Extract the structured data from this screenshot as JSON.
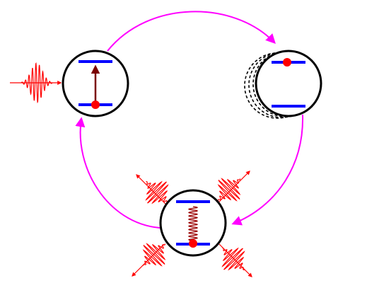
{
  "diagram": {
    "type": "laser-cooling-cycle",
    "colors": {
      "cycle_arrow": "#ff00ff",
      "energy_level": "#0000ff",
      "atom": "#ff0000",
      "laser_wave": "#ff0000",
      "excitation_arrow": "#7a0000",
      "spontaneous_decay": "#9a0000",
      "atom_outline": "#000000"
    },
    "atoms": [
      {
        "id": "ground-absorbing",
        "state": "ground",
        "has_excitation_arrow": true
      },
      {
        "id": "excited-recoil",
        "state": "excited",
        "has_recoil_ghosts": true
      },
      {
        "id": "emitting",
        "state": "decay",
        "has_spontaneous_emission": true
      }
    ],
    "incoming_photon_count": 1,
    "emitted_photon_count": 4,
    "cycle_direction": "clockwise"
  }
}
